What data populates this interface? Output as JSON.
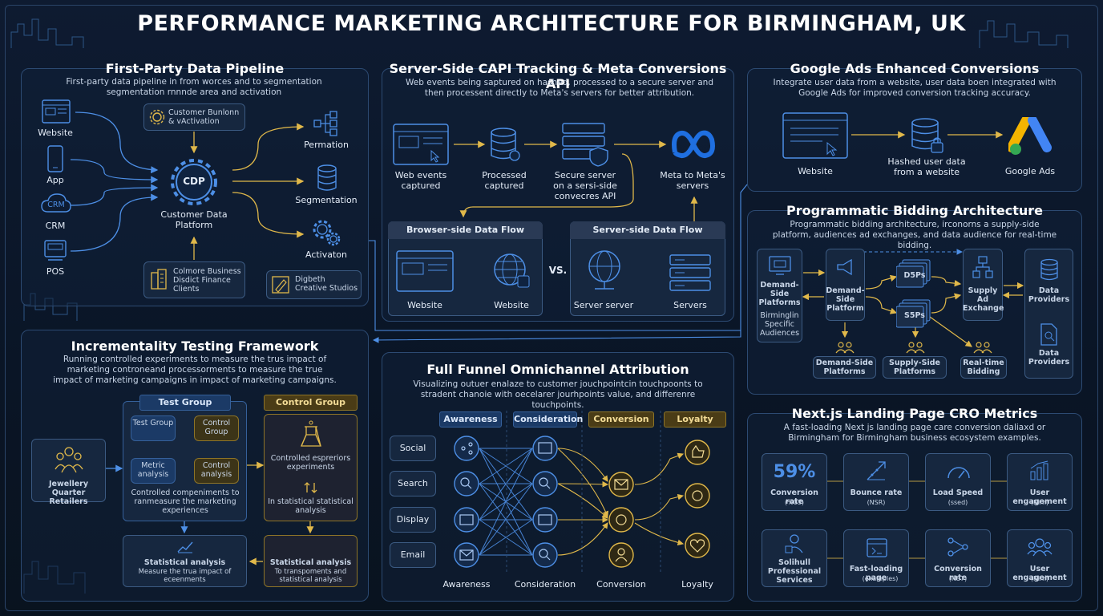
{
  "title": "PERFORMANCE MARKETING ARCHITECTURE FOR BIRMINGHAM, UK",
  "pipeline": {
    "title": "First-Party Data Pipeline",
    "desc": "First-party data pipeline in from worces and to segmentation segmentation rnnnde area and activation",
    "sources": [
      "Website",
      "App",
      "CRM",
      "POS"
    ],
    "crm_badge": "CRM",
    "activation_box": "Customer Bunlonn & vActivation",
    "cdp_badge": "CDP",
    "cdp_label": "Customer Data Platform",
    "outputs": [
      "Permation",
      "Segmentation",
      "Activaton"
    ],
    "colmore": "Colmore Business Disdict Finance Clients",
    "digbeth": "Digbeth Creative Studios"
  },
  "capi": {
    "title": "Server-Side CAPI Tracking & Meta Conversions API",
    "desc": "Web events being saptured on hashed, processed to a secure server and then processent directly to Meta's servers for better attribution.",
    "steps": [
      "Web events captured",
      "Processed captured",
      "Secure server on a sersi-side convecres API",
      "Meta to Meta's servers"
    ],
    "browser_flow": {
      "title": "Browser-side Data Flow",
      "left": "Website",
      "right": "Website"
    },
    "vs": "VS.",
    "server_flow": {
      "title": "Server-side Data Flow",
      "left": "Server server",
      "right": "Servers"
    }
  },
  "google": {
    "title": "Google Ads Enhanced Conversions",
    "desc": "Integrate user data from a website, user data boen integrated with Google Ads for improved conversion tracking accuracy.",
    "steps": [
      "Website",
      "Hashed user data from a website",
      "Google Ads"
    ]
  },
  "programmatic": {
    "title": "Programmatic Bidding Architecture",
    "desc": "Programmatic bidding architecture, irconorns a supply-side platform, audiences ad exchanges, and data audience for real-time bidding.",
    "dsp_left": "Demand-Side Platforms",
    "dsp_left_sub": "Birminglin Specific Audiences",
    "dsp_mid": "Demand-Side Platform",
    "d5ps": "D5Ps",
    "s5ps": "S5Ps",
    "exchange": "Supply Ad Exchange",
    "data1": "Data Providers",
    "data2": "Data Providers",
    "bottom": [
      "Demand-Side Platforms",
      "Supply-Side Platforms",
      "Real-time Bidding"
    ]
  },
  "incrementality": {
    "title": "Incrementality Testing Framework",
    "desc": "Running controlled experiments to measure the trus impact of marketing controneand processorments to measure the true impact of marketing campaigns in impact of marketing campaigns.",
    "retailers": "Jewellery Quarter Retailers",
    "test_group": "Test Group",
    "control_group": "Control Group",
    "inner": [
      "Test Group",
      "Control Group",
      "Metric analysis",
      "Control analysis"
    ],
    "test_note": "Controlled compeniments to ranmeasure the marketing experiences",
    "control_note1": "Controlled espreriors experiments",
    "control_note2": "In statistical statistical analysis",
    "stat1_title": "Statistical analysis",
    "stat1_sub": "Measure the trua impact of eceenments",
    "stat2_title": "Statistical analysis",
    "stat2_sub": "To transpoments and statistical analysis"
  },
  "funnel": {
    "title": "Full Funnel Omnichannel Attribution",
    "desc": "Visualizing outuer enalaze to customer jouchpointcin touchpoonts to stradent chanoie with oecelarer jourhpoints value, and differenre touchpoints.",
    "headers": [
      "Awareness",
      "Consideration",
      "Conversion",
      "Loyalty"
    ],
    "channels": [
      "Social",
      "Search",
      "Display",
      "Email"
    ],
    "footers": [
      "Awareness",
      "Consideration",
      "Conversion",
      "Loyalty"
    ]
  },
  "cro": {
    "title": "Next.js Landing Page CRO Metrics",
    "desc": "A fast-loading Next js landing page care conversion daliaxd or Birmingham for Birmingham business ecosystem examples.",
    "big_value": "59%",
    "metrics": [
      {
        "label": "Conversion rate",
        "sub": "(%03)"
      },
      {
        "label": "Bounce rate",
        "sub": "(NSR)"
      },
      {
        "label": "Load Speed",
        "sub": "(ssed)"
      },
      {
        "label": "User engagement",
        "sub": "(Nim)"
      },
      {
        "label": "Solihull Professional Services",
        "sub": ""
      },
      {
        "label": "Fast-loading page",
        "sub": "(examples)"
      },
      {
        "label": "Conversion rate",
        "sub": "(NS7)"
      },
      {
        "label": "User engagement",
        "sub": "(Nim)"
      }
    ]
  },
  "colors": {
    "accent_blue": "#4d8fe6",
    "accent_gold": "#e0b84a",
    "panel_border": "#2c4a72"
  }
}
